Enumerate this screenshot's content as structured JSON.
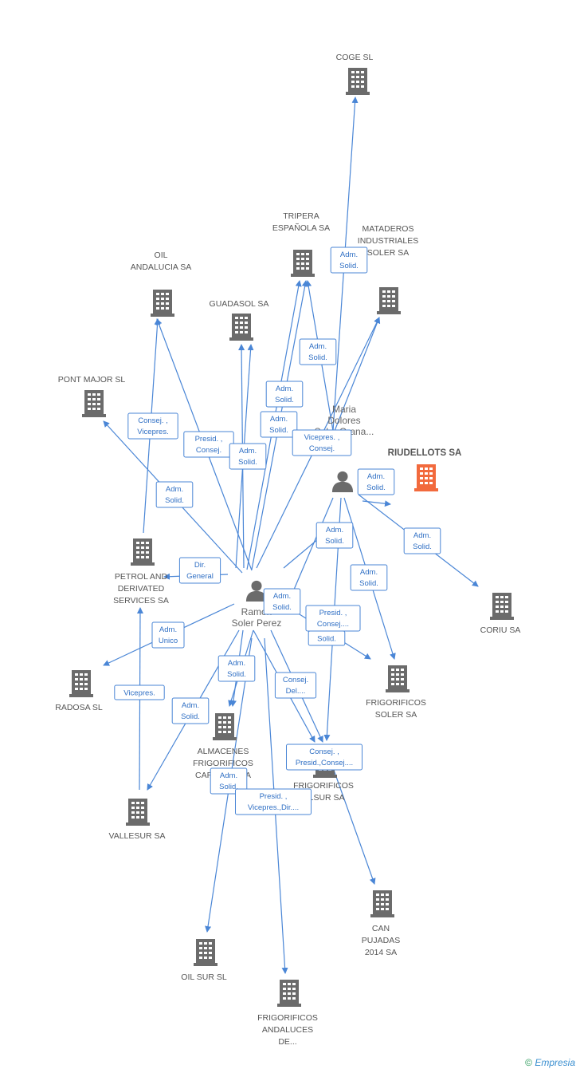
{
  "colors": {
    "edge": "#4a86d6",
    "building": "#6b6b6b",
    "focus": "#f26a3d",
    "person": "#6b6b6b"
  },
  "footer": {
    "copyright": "©",
    "brand": "Empresia"
  },
  "nodes": {
    "coge": {
      "label": [
        "COGE SL"
      ],
      "type": "building"
    },
    "tripera": {
      "label": [
        "TRIPERA",
        "ESPAÑOLA SA"
      ],
      "type": "building"
    },
    "mataderos": {
      "label": [
        "MATADEROS",
        "INDUSTRIALES",
        "SOLER SA"
      ],
      "type": "building"
    },
    "oil_andalucia": {
      "label": [
        "OIL",
        "ANDALUCIA SA"
      ],
      "type": "building"
    },
    "guadasol": {
      "label": [
        "GUADASOL SA"
      ],
      "type": "building"
    },
    "pont_major": {
      "label": [
        "PONT MAJOR SL"
      ],
      "type": "building"
    },
    "riudellots": {
      "label": [
        "RIUDELLOTS SA"
      ],
      "type": "focus"
    },
    "petrol": {
      "label": [
        "PETROL AND",
        "DERIVATED",
        "SERVICES SA"
      ],
      "type": "building"
    },
    "coriu": {
      "label": [
        "CORIU SA"
      ],
      "type": "building"
    },
    "radosa": {
      "label": [
        "RADOSA SL"
      ],
      "type": "building"
    },
    "frig_soler": {
      "label": [
        "FRIGORIFICOS",
        "SOLER SA"
      ],
      "type": "building"
    },
    "almacenes": {
      "label": [
        "ALMACENES",
        "FRIGORIFICOS",
        "CARMONA SA"
      ],
      "type": "building"
    },
    "frig_olsur": {
      "label": [
        "FRIGORIFICOS",
        "OLSUR SA"
      ],
      "type": "building"
    },
    "vallesur": {
      "label": [
        "VALLESUR SA"
      ],
      "type": "building"
    },
    "can_pujadas": {
      "label": [
        "CAN",
        "PUJADAS",
        "2014 SA"
      ],
      "type": "building"
    },
    "oil_sur": {
      "label": [
        "OIL SUR  SL"
      ],
      "type": "building"
    },
    "frig_andaluces": {
      "label": [
        "FRIGORIFICOS",
        "ANDALUCES",
        "DE..."
      ],
      "type": "building"
    },
    "ramon": {
      "label": [
        "Ramon",
        "Soler Perez"
      ],
      "type": "person"
    },
    "person2": {
      "label": [
        "Maria",
        "Dolores",
        "Soler Orana..."
      ],
      "type": "person"
    }
  },
  "relations": {
    "r1": [
      "Adm.",
      "Solid."
    ],
    "r2": [
      "Adm.",
      "Solid."
    ],
    "r3": [
      "Adm.",
      "Solid."
    ],
    "r4": [
      "Adm.",
      "Solid."
    ],
    "r5": [
      "Vicepres. ,",
      "Consej."
    ],
    "r6": [
      "Consej. ,",
      "Vicepres."
    ],
    "r7": [
      "Presid. ,",
      "Consej."
    ],
    "r8": [
      "Adm.",
      "Solid."
    ],
    "r9": [
      "Adm.",
      "Solid."
    ],
    "r10": [
      "Adm.",
      "Solid."
    ],
    "r11": [
      "Adm.",
      "Solid."
    ],
    "r12": [
      "Adm.",
      "Solid."
    ],
    "r13": [
      "Dir.",
      "General"
    ],
    "r14": [
      "Adm.",
      "Solid."
    ],
    "r15": [
      "Adm.",
      "Solid."
    ],
    "r16": [
      "Presid. ,",
      "Consej...."
    ],
    "r17": [
      "Solid."
    ],
    "r18": [
      "Adm.",
      "Unico"
    ],
    "r19": [
      "Adm.",
      "Solid."
    ],
    "r20": [
      "Consej.",
      "Del...."
    ],
    "r21": [
      "Vicepres."
    ],
    "r22": [
      "Adm.",
      "Solid."
    ],
    "r23": [
      "Consej. ,",
      "Presid.,Consej...."
    ],
    "r24": [
      "Adm.",
      "Solid."
    ],
    "r25": [
      "Presid. ,",
      "Vicepres.,Dir...."
    ]
  }
}
